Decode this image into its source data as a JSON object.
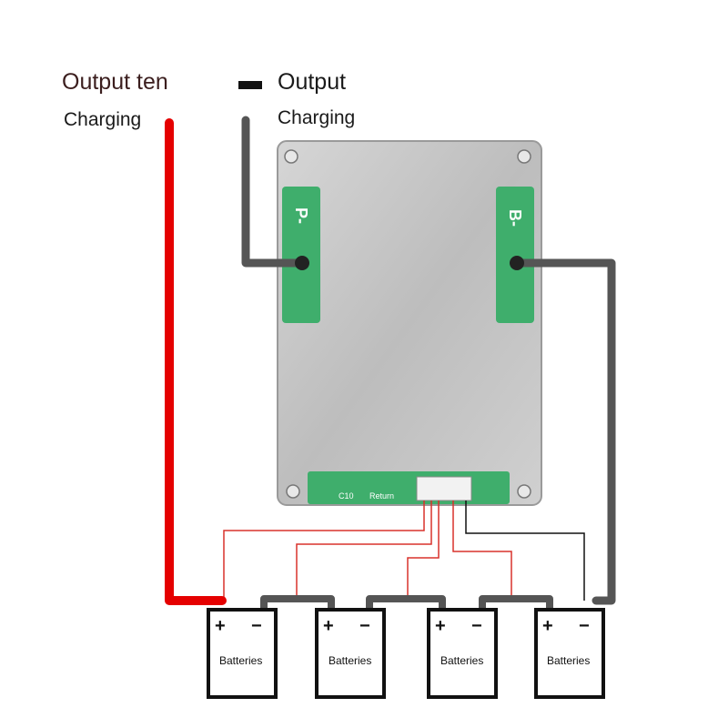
{
  "labels": {
    "output_pos": "Output ten",
    "output_pos_sub": "Charging",
    "output_neg": "Output",
    "output_neg_sub": "Charging",
    "minus_symbol": "—",
    "board_port_left": "P-",
    "board_port_right": "B-",
    "board_connector": "Return",
    "board_code": "C10"
  },
  "batteries": [
    {
      "label": "Batteries",
      "plus": "+",
      "minus": "−"
    },
    {
      "label": "Batteries",
      "plus": "+",
      "minus": "−"
    },
    {
      "label": "Batteries",
      "plus": "+",
      "minus": "−"
    },
    {
      "label": "Batteries",
      "plus": "+",
      "minus": "−"
    }
  ],
  "colors": {
    "positive_wire": "#e50000",
    "negative_wire": "#555555",
    "balance_wire": "#d9322b",
    "board_metal": "#c8c8c8",
    "pcb_green": "#3fae6c"
  }
}
